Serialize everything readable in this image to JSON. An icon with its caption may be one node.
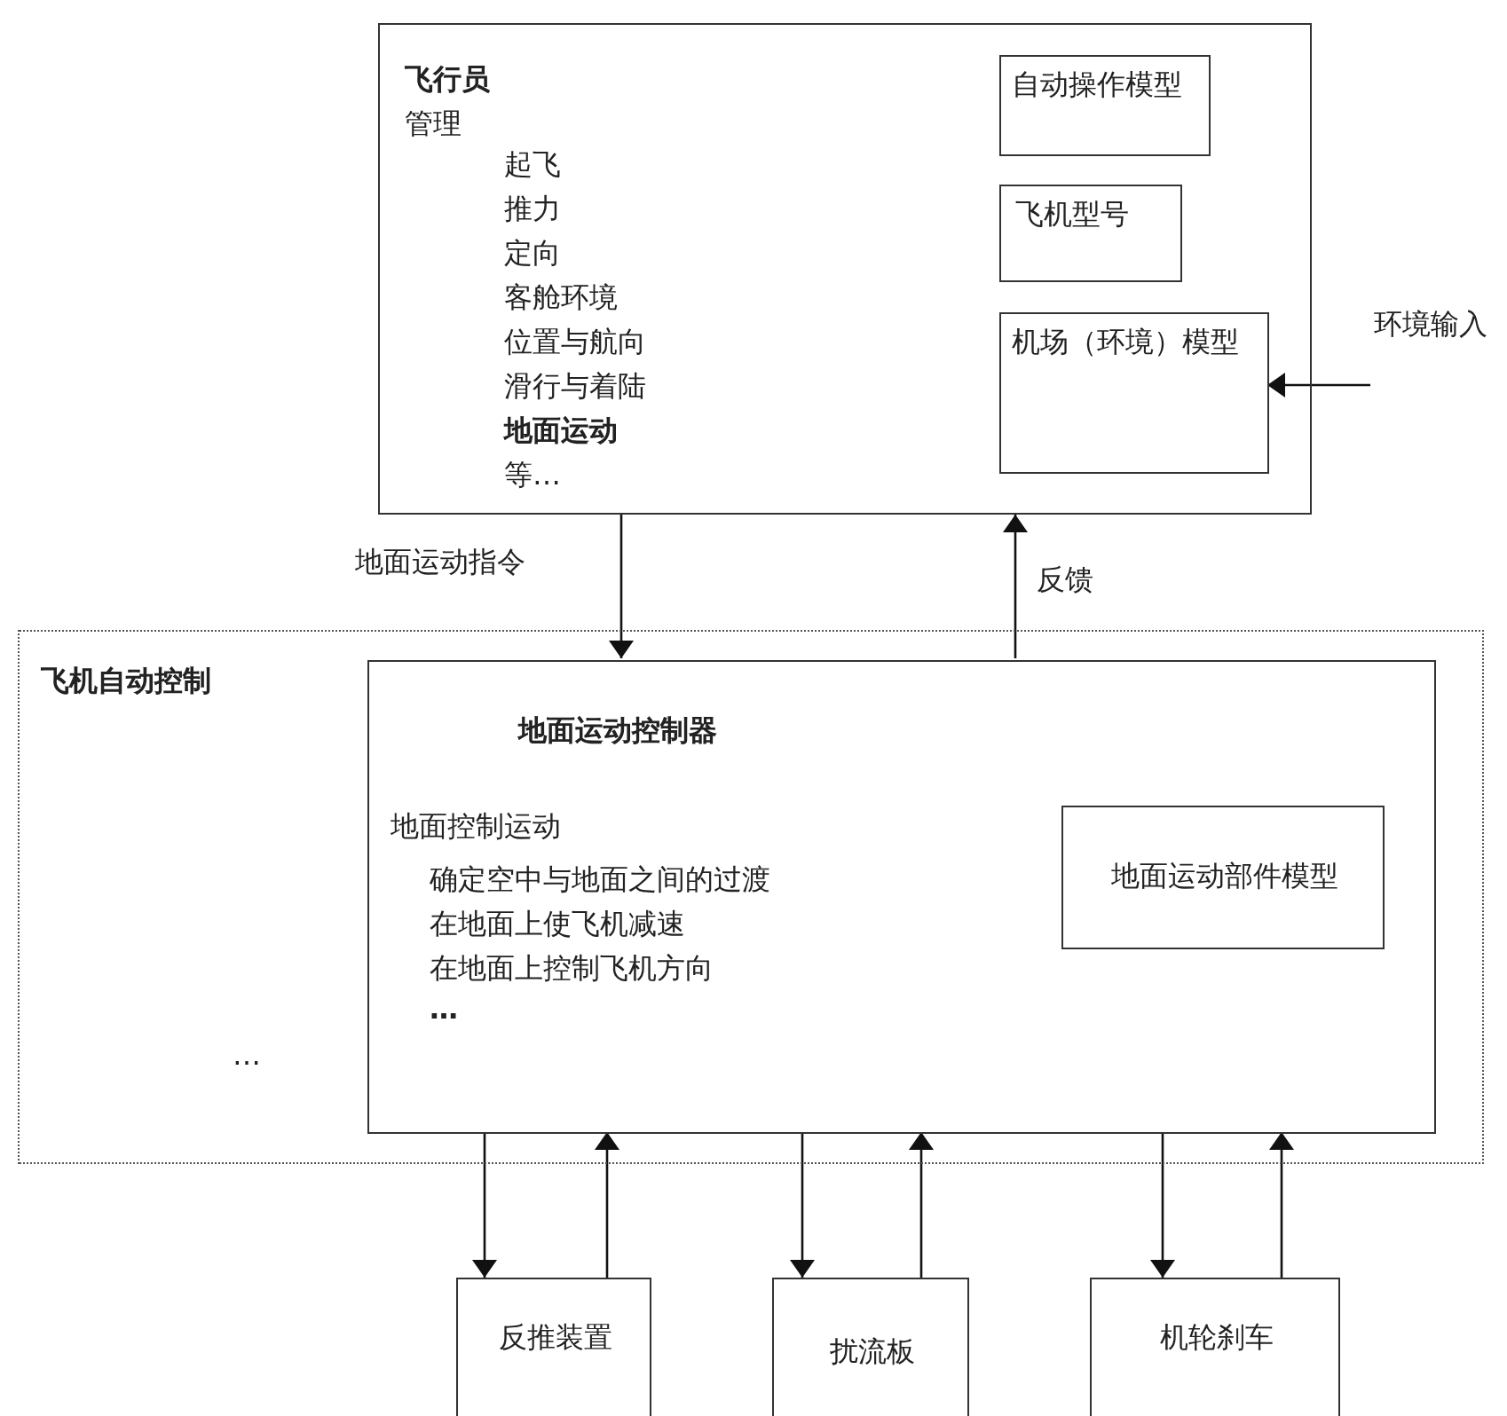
{
  "diagram": {
    "nodes": [
      {
        "text": [
          "飞行员",
          "管理",
          "起飞",
          "推力",
          "定向",
          "客舱环境",
          "位置与航向",
          "滑行与着陆",
          "地面运动",
          "等…"
        ]
      },
      {
        "text": [
          "自动操作模型"
        ],
        "in": 0
      },
      {
        "text": [
          "飞机型号"
        ],
        "in": 0
      },
      {
        "text": [
          "机场（环境）模型"
        ],
        "in": 0
      },
      {
        "text": [
          "环境输入"
        ]
      },
      {
        "text": [
          "飞机自动控制",
          "…"
        ]
      },
      {
        "text": [
          "地面运动控制器",
          "地面控制运动",
          "确定空中与地面之间的过渡",
          "在地面上使飞机减速",
          "在地面上控制飞机方向",
          "…"
        ],
        "in": 5
      },
      {
        "text": [
          "地面运动部件模型"
        ],
        "in": 6
      },
      {
        "text": [
          "反推装置"
        ]
      },
      {
        "text": [
          "扰流板"
        ]
      },
      {
        "text": [
          "机轮刹车"
        ]
      }
    ],
    "edges": [
      {
        "from": 4,
        "to": 3,
        "arrow": "to"
      },
      {
        "from": 0,
        "to": 6,
        "arrow": "to",
        "label": "地面运动指令"
      },
      {
        "from": 6,
        "to": 0,
        "arrow": "to",
        "label": "反馈"
      },
      {
        "from": 6,
        "to": 8,
        "arrow": "to"
      },
      {
        "from": 8,
        "to": 6,
        "arrow": "to"
      },
      {
        "from": 6,
        "to": 9,
        "arrow": "to"
      },
      {
        "from": 9,
        "to": 6,
        "arrow": "to"
      },
      {
        "from": 6,
        "to": 10,
        "arrow": "to"
      },
      {
        "from": 10,
        "to": 6,
        "arrow": "to"
      }
    ]
  }
}
